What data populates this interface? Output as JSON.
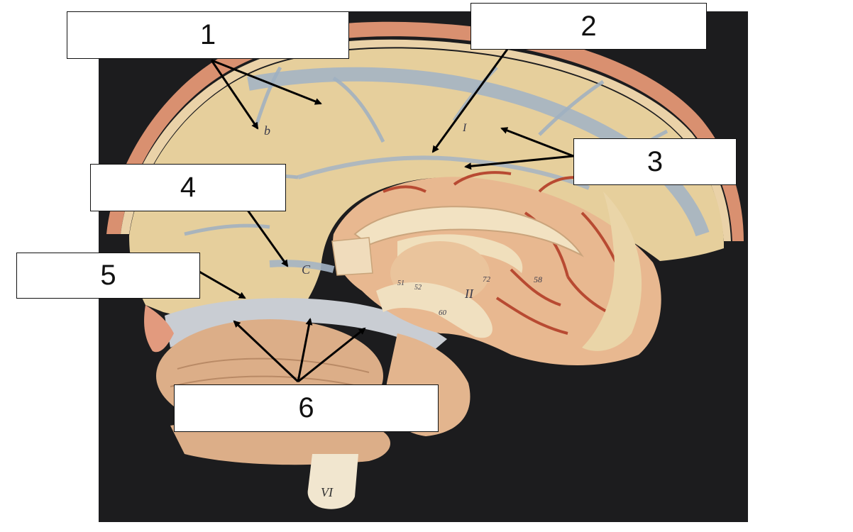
{
  "labels": [
    {
      "id": "1",
      "text": "1"
    },
    {
      "id": "2",
      "text": "2"
    },
    {
      "id": "3",
      "text": "3"
    },
    {
      "id": "4",
      "text": "4"
    },
    {
      "id": "5",
      "text": "5"
    },
    {
      "id": "6",
      "text": "6"
    }
  ],
  "model_markings": {
    "b": "b",
    "i": "I",
    "c": "C",
    "ii": "II",
    "vi": "VI",
    "m58": "58",
    "m60": "60",
    "m72": "72",
    "m51": "51",
    "m52": "52"
  },
  "colors": {
    "background": "#1c1c1e",
    "dura": "#e6cf9c",
    "sinus_blue": "#a4b4c4",
    "brain": "#e8b890",
    "artery": "#b84a32",
    "bone_rim": "#d99070",
    "white_matter": "#f2e2c2",
    "arrow": "#000000"
  }
}
